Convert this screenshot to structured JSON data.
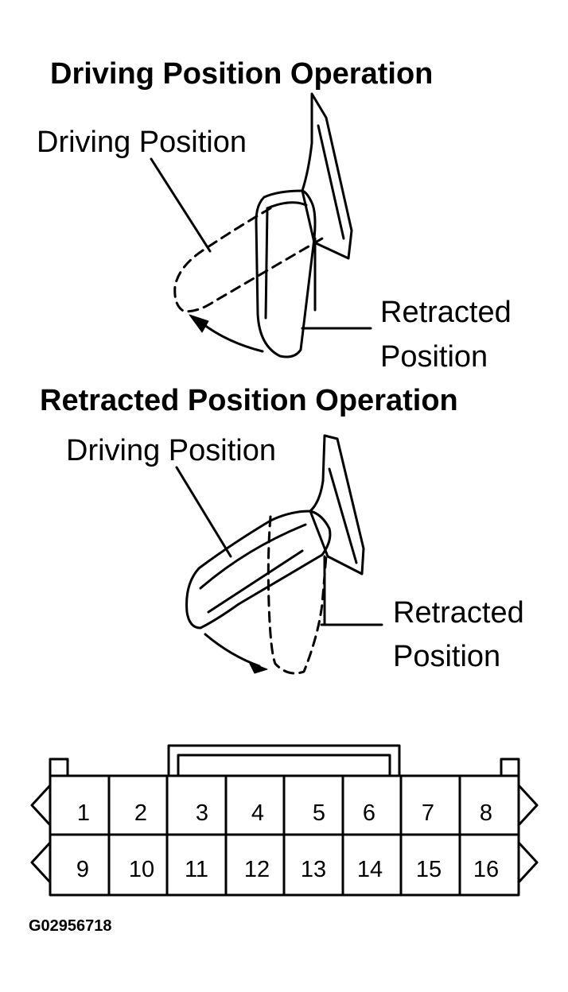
{
  "top_diagram": {
    "title": "Driving Position Operation",
    "driving_label": "Driving Position",
    "retracted_label_line1": "Retracted",
    "retracted_label_line2": "Position"
  },
  "bottom_diagram": {
    "title": "Retracted Position Operation",
    "driving_label": "Driving Position",
    "retracted_label_line1": "Retracted",
    "retracted_label_line2": "Position"
  },
  "connector": {
    "top_row": [
      "1",
      "2",
      "3",
      "4",
      "5",
      "6",
      "7",
      "8"
    ],
    "bottom_row": [
      "9",
      "10",
      "11",
      "12",
      "13",
      "14",
      "15",
      "16"
    ]
  },
  "figure_code": "G02956718"
}
